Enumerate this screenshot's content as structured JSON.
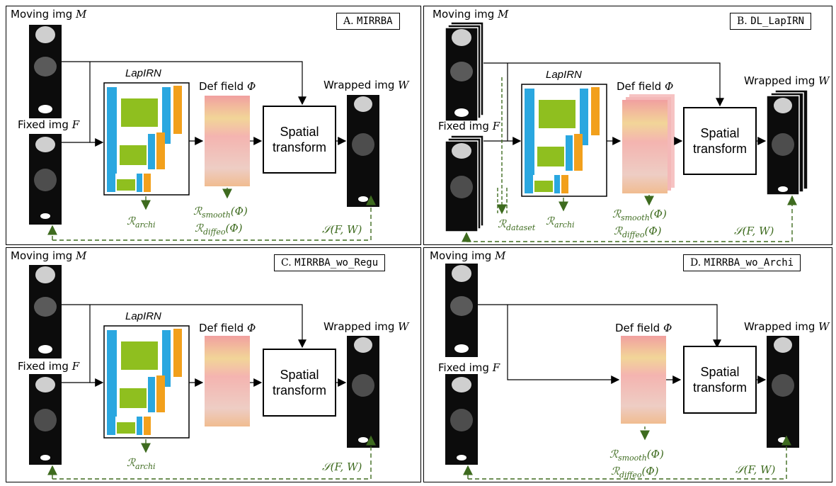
{
  "labels": {
    "moving": "Moving img",
    "moving_var": "M",
    "fixed": "Fixed img",
    "fixed_var": "F",
    "def_field": "Def field",
    "def_var": "Φ",
    "wrapped": "Wrapped img",
    "wrapped_var": "W",
    "lapirn": "LapIRN",
    "spatial_line1": "Spatial",
    "spatial_line2": "transform"
  },
  "panels": [
    {
      "letter": "A.",
      "name": "MIRRBA"
    },
    {
      "letter": "B.",
      "name": "DL_LapIRN"
    },
    {
      "letter": "C.",
      "name": "MIRRBA_wo_Regu"
    },
    {
      "letter": "D.",
      "name": "MIRRBA_wo_Archi"
    }
  ],
  "regularizers": {
    "R": "ℛ",
    "archi": "archi",
    "smooth": "smooth",
    "diffeo": "diffeo",
    "dataset": "dataset",
    "phi_arg": "(Φ)",
    "similarity": "𝒮(F, W)"
  },
  "colors": {
    "encoder": "#2aa7e0",
    "bottleneck": "#8fbf1f",
    "decoder": "#f2a01c",
    "regularizer_green": "#3e6b1f",
    "deformation_field": "#f3a9a9"
  }
}
